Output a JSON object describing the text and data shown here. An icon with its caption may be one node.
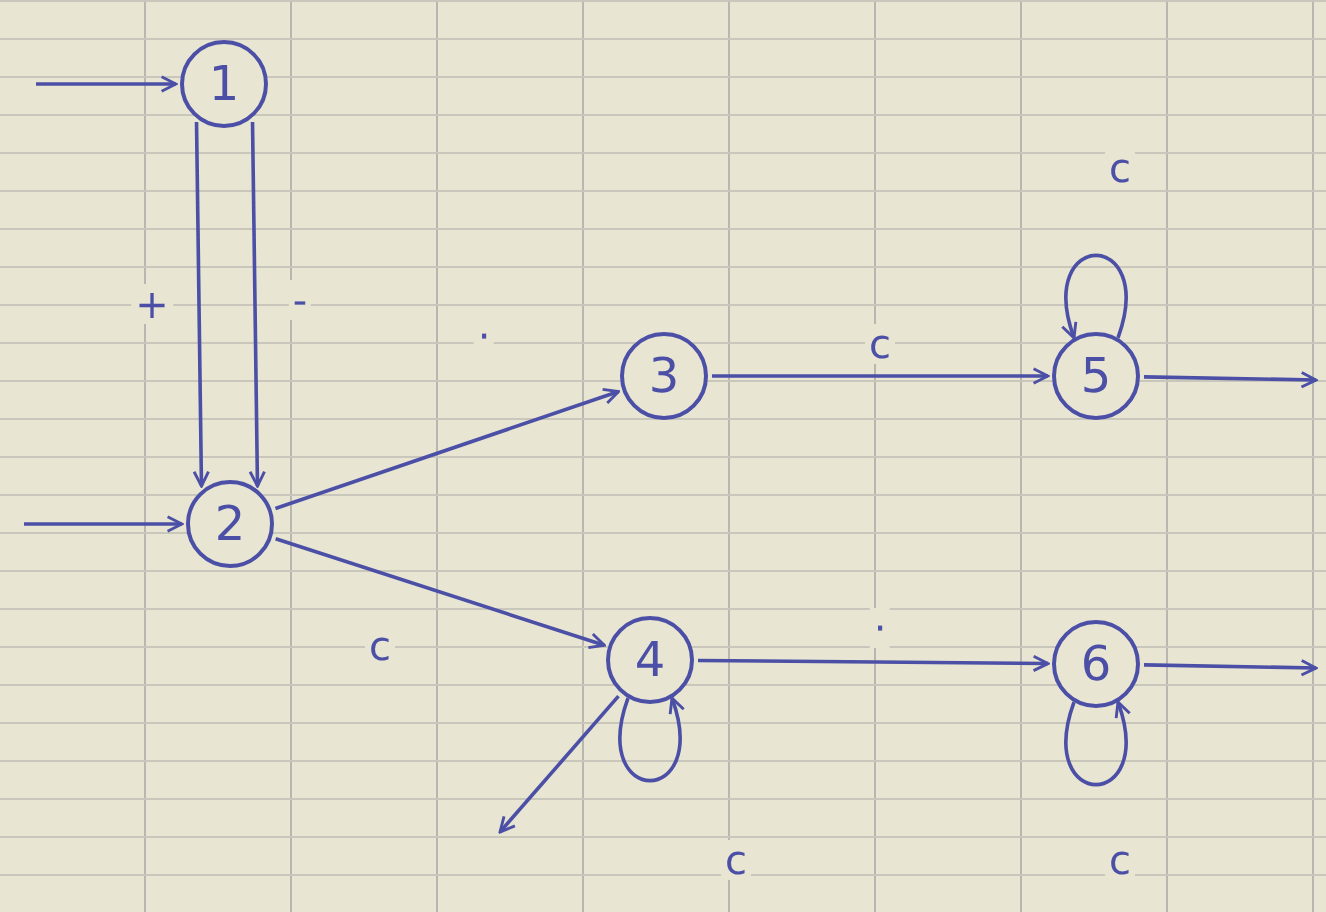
{
  "diagram": {
    "nodes": [
      {
        "text": [
          "1"
        ]
      },
      {
        "text": [
          "2"
        ]
      },
      {
        "text": [
          "3"
        ]
      },
      {
        "text": [
          "4"
        ]
      },
      {
        "text": [
          "5"
        ]
      },
      {
        "text": [
          "6"
        ]
      }
    ],
    "edges": [
      {
        "from": null,
        "to": 0,
        "arrow": "to"
      },
      {
        "from": 0,
        "to": 1,
        "arrow": "to",
        "label": "+"
      },
      {
        "from": 0,
        "to": 1,
        "arrow": "to",
        "label": "-"
      },
      {
        "from": null,
        "to": 1,
        "arrow": "to"
      },
      {
        "from": 1,
        "to": 2,
        "arrow": "to",
        "label": "·"
      },
      {
        "from": 1,
        "to": 3,
        "arrow": "to",
        "label": "c"
      },
      {
        "from": 2,
        "to": 4,
        "arrow": "to",
        "label": "c"
      },
      {
        "from": 3,
        "to": 5,
        "arrow": "to",
        "label": "·"
      },
      {
        "from": 4,
        "to": null,
        "arrow": "to"
      },
      {
        "from": 5,
        "to": null,
        "arrow": "to"
      },
      {
        "from": 3,
        "to": null,
        "arrow": "to"
      },
      {
        "from": 4,
        "to": 4,
        "arrow": "to",
        "label": "c"
      },
      {
        "from": 3,
        "to": 3,
        "arrow": "to",
        "label": "c"
      },
      {
        "from": 5,
        "to": 5,
        "arrow": "to",
        "label": "c"
      }
    ]
  }
}
